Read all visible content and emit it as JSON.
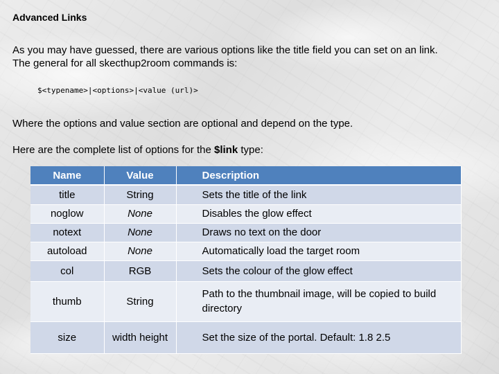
{
  "document": {
    "heading": "Advanced Links",
    "intro_line1": "As you may have guessed, there are various options like the title field you can set on an link.",
    "intro_line2": "The general for all skecthup2room commands is:",
    "syntax": "$<typename>|<options>|<value (url)>",
    "optional_note": "Where the options and value section are optional and depend on the type.",
    "list_intro_prefix": "Here are the complete list of options for the ",
    "list_intro_keyword": "$link",
    "list_intro_suffix": " type:"
  },
  "table": {
    "headers": {
      "name": "Name",
      "value": "Value",
      "description": "Description"
    },
    "rows": [
      {
        "name": "title",
        "value": "String",
        "value_italic": false,
        "description": "Sets the title of the link"
      },
      {
        "name": "noglow",
        "value": "None",
        "value_italic": true,
        "description": "Disables the glow effect"
      },
      {
        "name": "notext",
        "value": "None",
        "value_italic": true,
        "description": "Draws no text on the door"
      },
      {
        "name": "autoload",
        "value": "None",
        "value_italic": true,
        "description": "Automatically load the target room"
      },
      {
        "name": "col",
        "value": "RGB",
        "value_italic": false,
        "description": "Sets the colour of the glow effect"
      },
      {
        "name": "thumb",
        "value": "String",
        "value_italic": false,
        "description": "Path to the thumbnail image, will be copied to build directory"
      },
      {
        "name": "size",
        "value": "width height",
        "value_italic": false,
        "description": "Set the size of the portal. Default: 1.8 2.5"
      }
    ],
    "colors": {
      "header_bg": "#4f81bd",
      "row_odd_bg": "#d0d8e8",
      "row_even_bg": "#e9edf4"
    }
  }
}
